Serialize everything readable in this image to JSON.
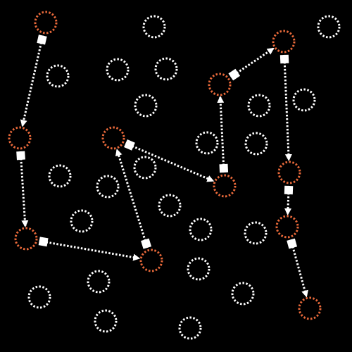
{
  "colors": {
    "background": "#000000",
    "plain_node_stroke": "#ffffff",
    "path_node_stroke": "#e8693a",
    "edge": "#ffffff",
    "edge_handle": "#ffffff"
  },
  "diagram": {
    "plain_nodes": [
      "n-219-38",
      "n-467-38",
      "n-82-108",
      "n-167-99",
      "n-236-98",
      "n-207-150",
      "n-368-150",
      "n-432-142",
      "n-294-203",
      "n-364-204",
      "n-206-238",
      "n-85-250",
      "n-153-265",
      "n-241-292",
      "n-116-314",
      "n-285-326",
      "n-363-331",
      "n-140-400",
      "n-282-382",
      "n-56-422",
      "n-345-417",
      "n-150-456",
      "n-270-466"
    ],
    "path_nodes": [
      "p-65-32",
      "p-28-196",
      "p-37-339",
      "p-215-370",
      "p-161-196",
      "p-319-264",
      "p-312-120",
      "p-403-59",
      "p-411-245",
      "p-408-322",
      "p-440-438"
    ],
    "edges": [
      {
        "id": "e1",
        "from": "p-65-32",
        "to": "p-28-196"
      },
      {
        "id": "e2",
        "from": "p-28-196",
        "to": "p-37-339"
      },
      {
        "id": "e3",
        "from": "p-37-339",
        "to": "p-215-370"
      },
      {
        "id": "e4",
        "from": "p-215-370",
        "to": "p-161-196"
      },
      {
        "id": "e5",
        "from": "p-161-196",
        "to": "p-319-264"
      },
      {
        "id": "e6",
        "from": "p-319-264",
        "to": "p-312-120"
      },
      {
        "id": "e7",
        "from": "p-312-120",
        "to": "p-403-59"
      },
      {
        "id": "e8",
        "from": "p-403-59",
        "to": "p-411-245"
      },
      {
        "id": "e9",
        "from": "p-411-245",
        "to": "p-408-322"
      },
      {
        "id": "e10",
        "from": "p-408-322",
        "to": "p-440-438"
      }
    ]
  }
}
